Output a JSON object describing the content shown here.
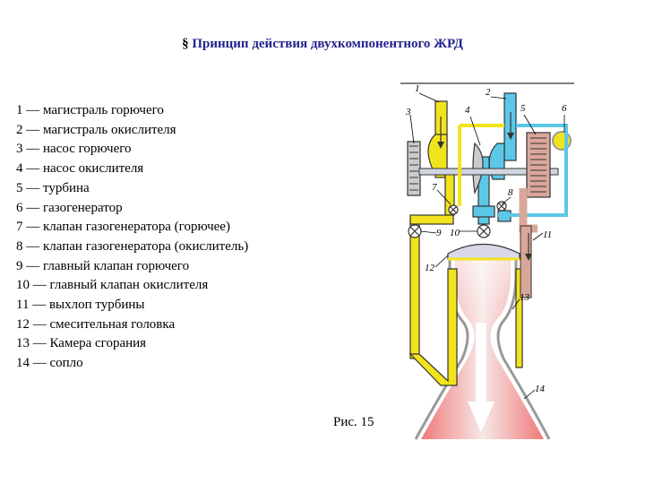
{
  "header": {
    "section_mark": "§",
    "title": "Принцип действия двухкомпонентного ЖРД"
  },
  "legend": [
    "1 — магистраль горючего",
    "2 — магистраль окислителя",
    "3 — насос горючего",
    "4 — насос окислителя",
    "5 — турбина",
    "6 — газогенератор",
    "7 — клапан газогенератора (горючее)",
    "8 — клапан газогенератора (окислитель)",
    "9 — главный клапан горючего",
    "10 — главный клапан окислителя",
    "11 — выхлоп турбины",
    "12 — смесительная головка",
    "13 — Камера сгорания",
    "14 — сопло"
  ],
  "figure": {
    "caption": "Рис. 15",
    "callouts": [
      "1",
      "2",
      "3",
      "4",
      "5",
      "6",
      "7",
      "8",
      "9",
      "10",
      "11",
      "12",
      "13",
      "14"
    ],
    "colors": {
      "fuel": "#f2e41c",
      "oxidizer": "#5cc8e8",
      "exhaust": "#d9a79a",
      "flame_core": "#f4f0f0",
      "flame_edge": "#ee7a78",
      "outline": "#333333"
    }
  }
}
